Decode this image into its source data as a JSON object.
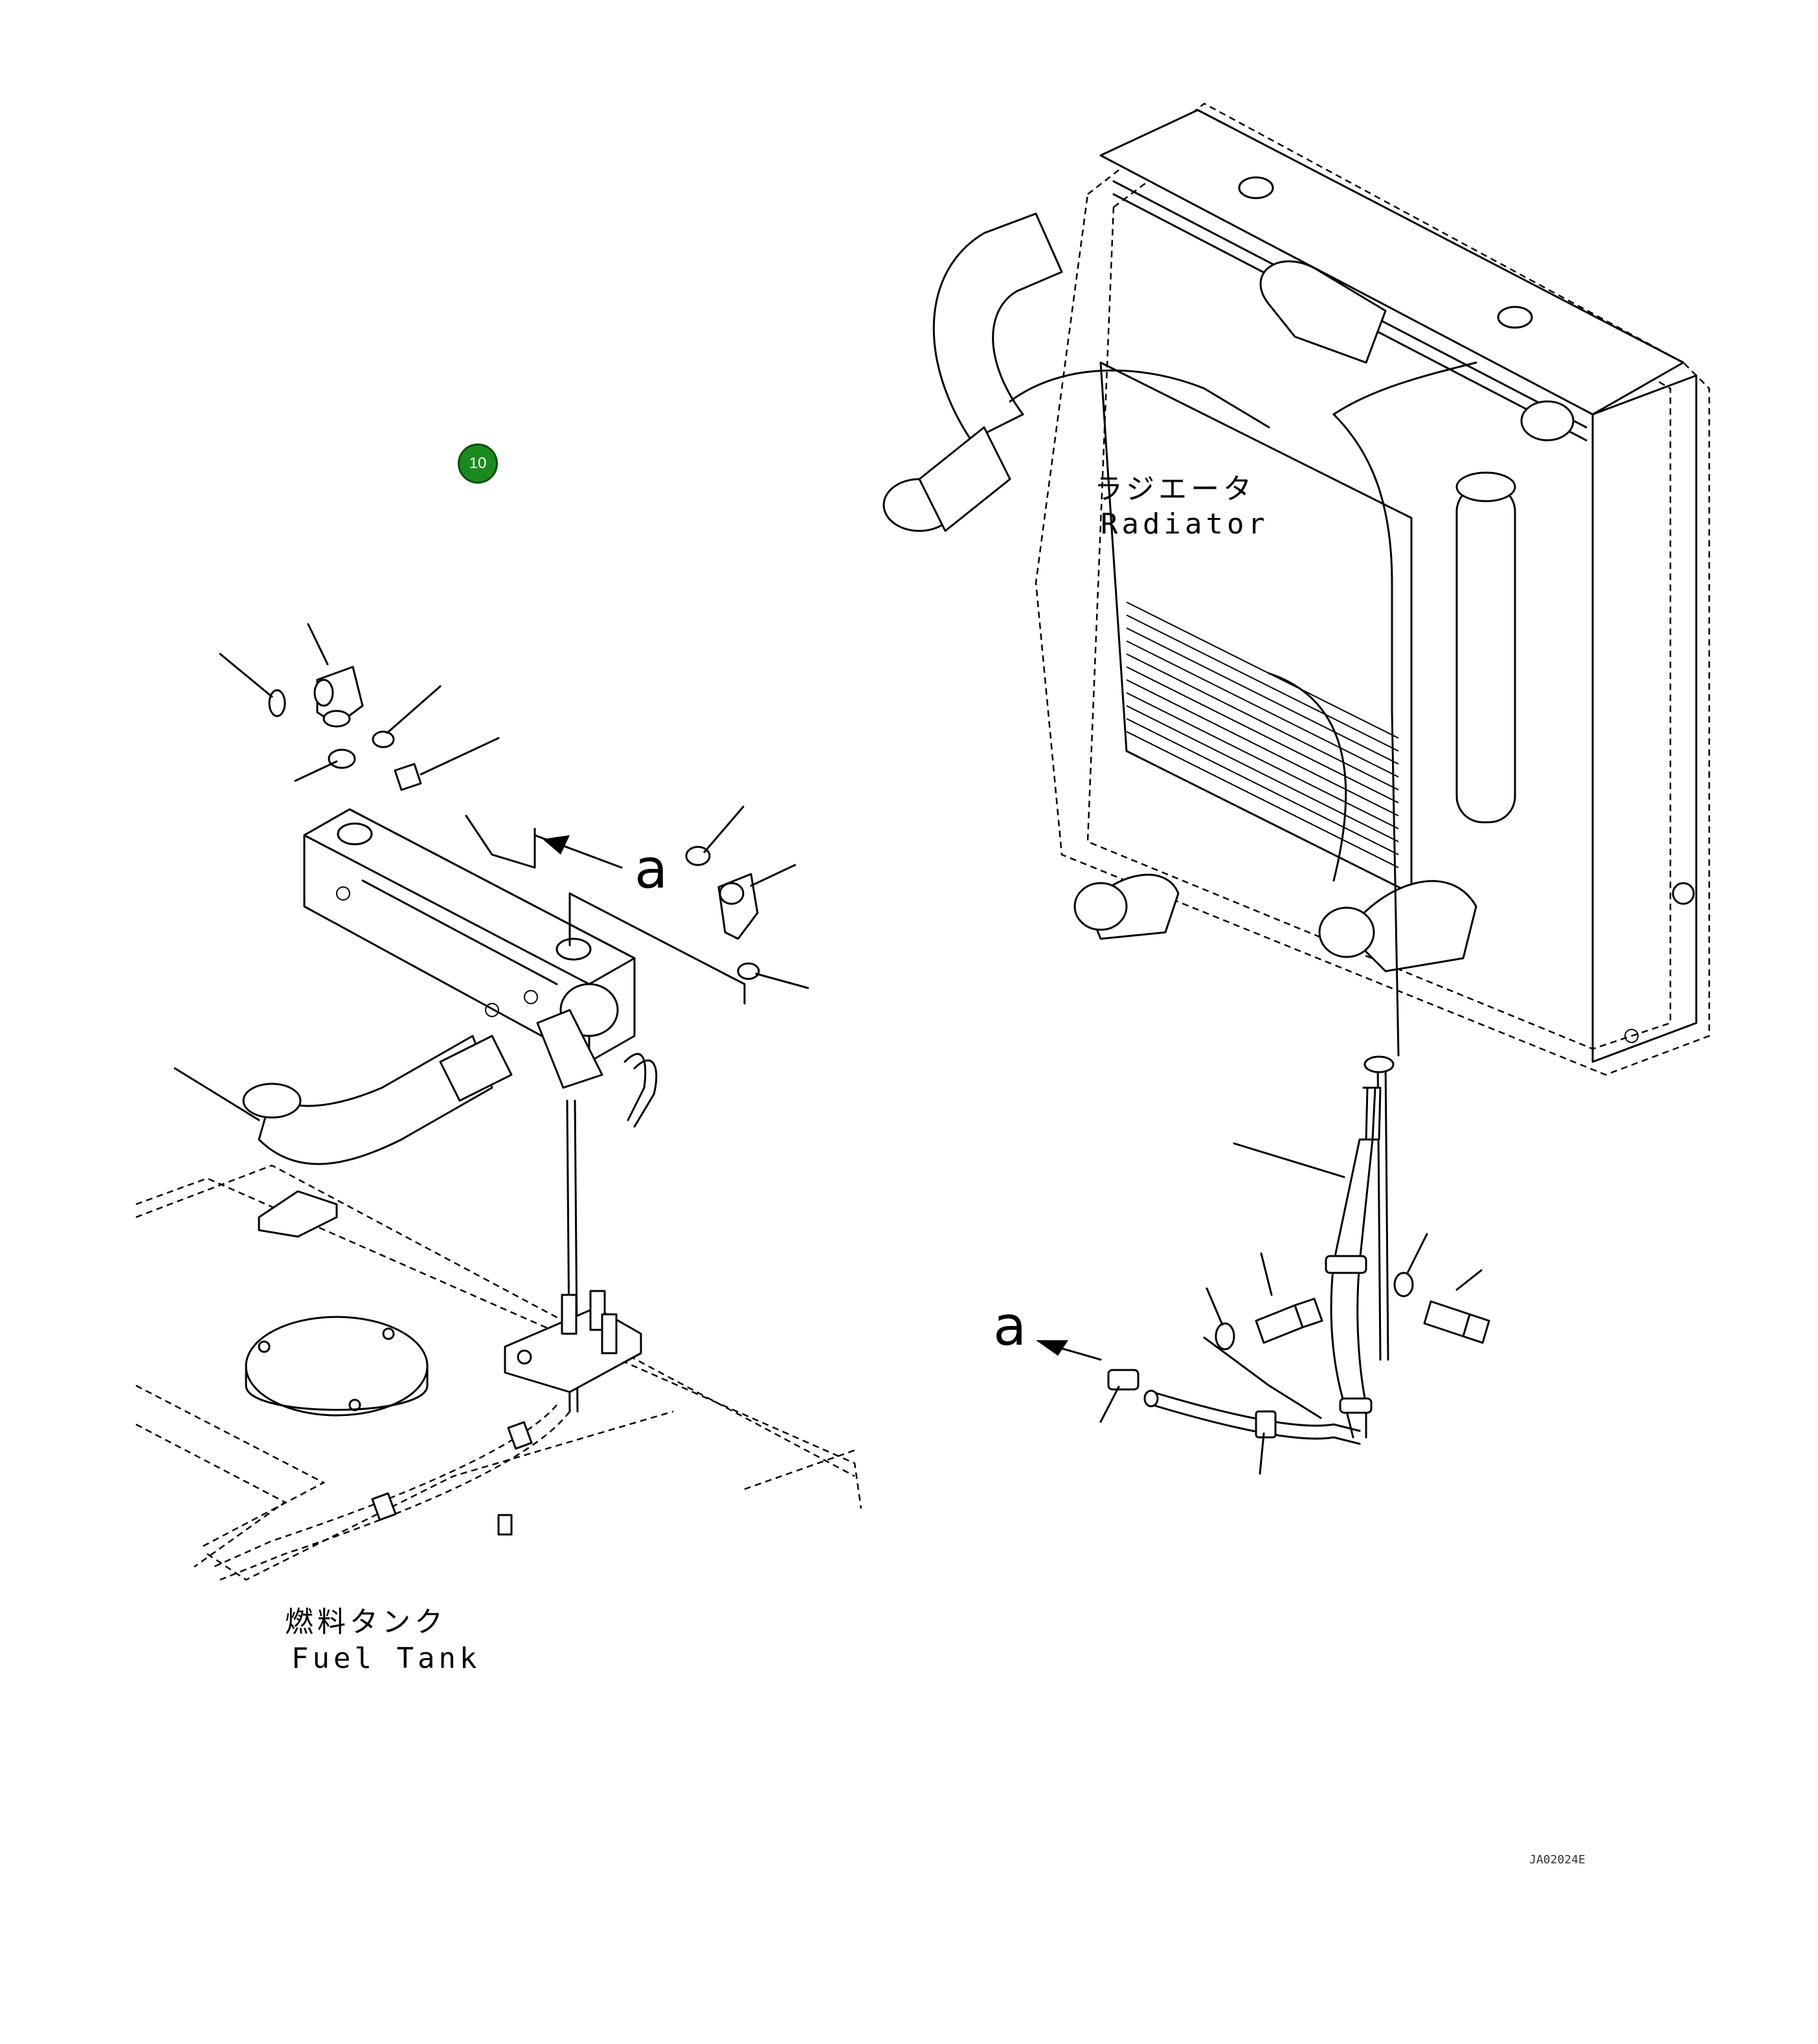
{
  "diagram": {
    "callout": {
      "number": "10",
      "color": "#1a8a1f"
    },
    "labels": {
      "radiator_jp": "ラジエータ",
      "radiator_en": "Radiator",
      "fuel_tank_jp": "燃料タンク",
      "fuel_tank_en": "Fuel Tank",
      "view_marker_left": "a",
      "view_marker_right": "a",
      "drawing_code": "JA02024E"
    }
  }
}
